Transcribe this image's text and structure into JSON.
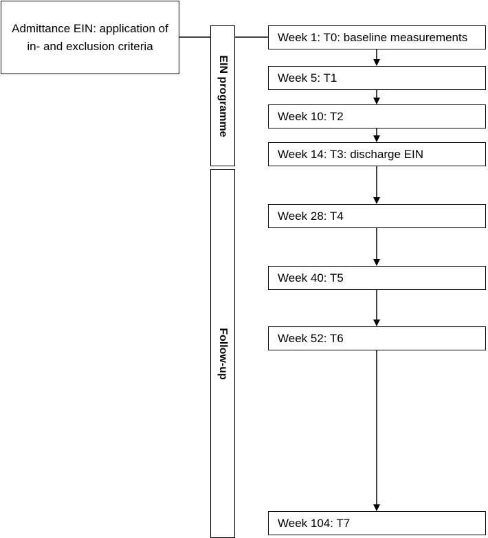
{
  "admittance": {
    "label": "Admittance EIN: application of in- and exclusion criteria"
  },
  "phases": [
    {
      "label": "EIN programme"
    },
    {
      "label": "Follow-up"
    }
  ],
  "steps": [
    {
      "label": "Week 1: T0: baseline measurements"
    },
    {
      "label": "Week 5: T1"
    },
    {
      "label": "Week 10: T2"
    },
    {
      "label": "Week 14: T3: discharge EIN"
    },
    {
      "label": "Week 28: T4"
    },
    {
      "label": "Week 40: T5"
    },
    {
      "label": "Week 52: T6"
    },
    {
      "label": "Week 104: T7"
    }
  ]
}
